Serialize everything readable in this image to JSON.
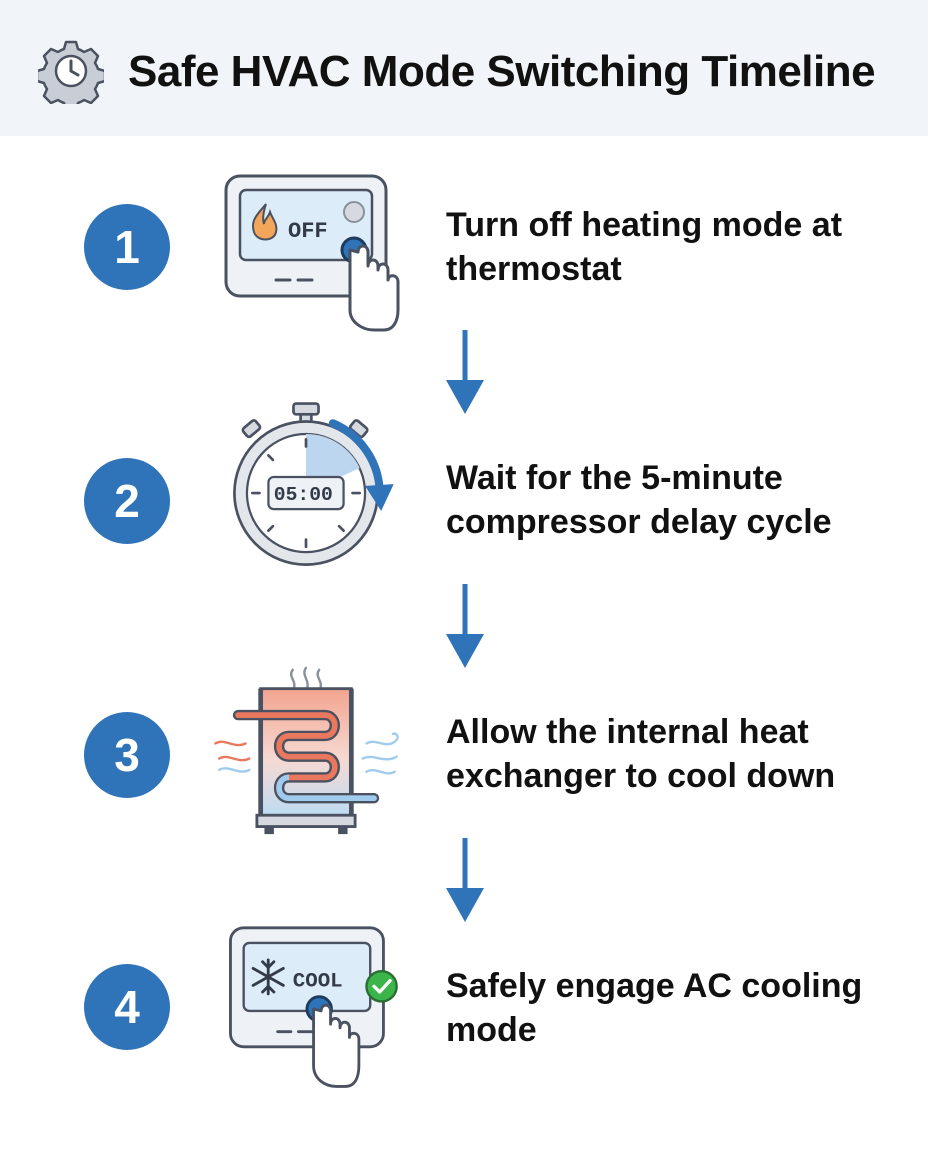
{
  "header": {
    "title": "Safe HVAC Mode Switching Timeline",
    "icon": "gear-clock-icon"
  },
  "steps": [
    {
      "number": "1",
      "text": "Turn off heating mode at thermostat",
      "icon": "thermostat-off-icon",
      "display": "OFF"
    },
    {
      "number": "2",
      "text": "Wait for the 5-minute compressor delay cycle",
      "icon": "stopwatch-icon",
      "display": "05:00"
    },
    {
      "number": "3",
      "text": "Allow the internal heat exchanger to cool down",
      "icon": "heat-exchanger-icon"
    },
    {
      "number": "4",
      "text": "Safely engage AC cooling mode",
      "icon": "thermostat-cool-icon",
      "display": "COOL"
    }
  ],
  "colors": {
    "accent": "#2f73b9",
    "arrow": "#2f73b9",
    "heat": "#e0664a",
    "cool": "#8cc3e8",
    "check": "#3bb54a"
  }
}
